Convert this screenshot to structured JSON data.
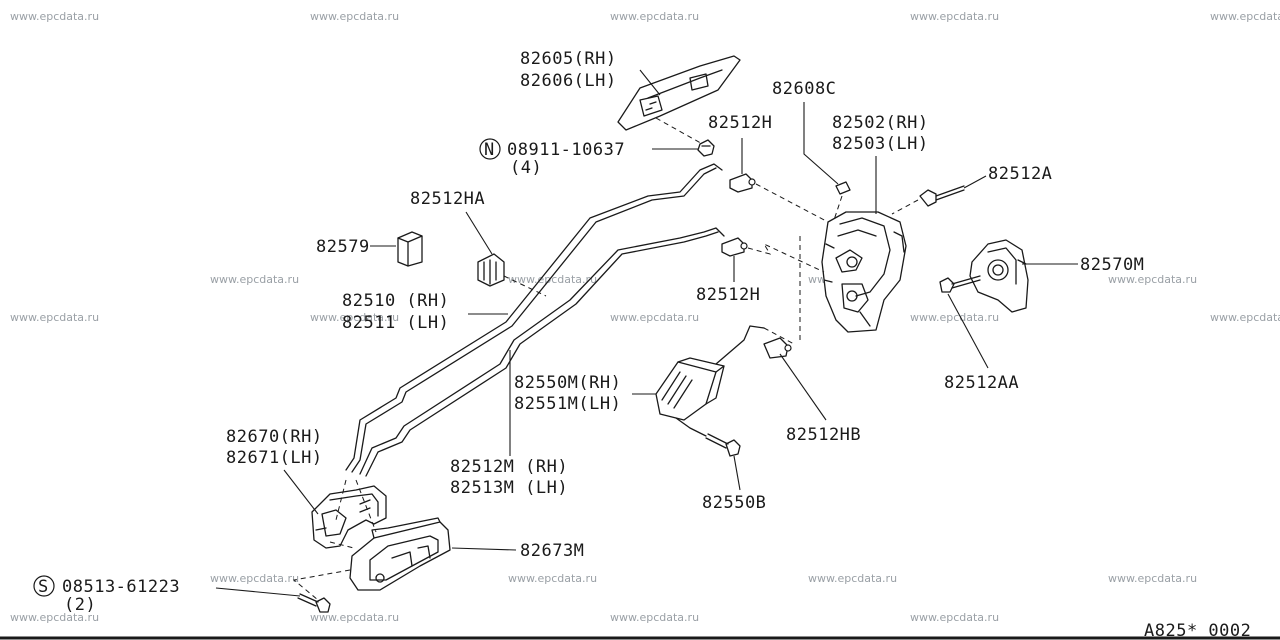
{
  "watermarks": {
    "text": "www.epcdata.ru"
  },
  "labels": {
    "outside_handle_rh": "82605(RH)",
    "outside_handle_lh": "82606(LH)",
    "nut_marker": "N",
    "nut_number": "08911-10637",
    "nut_qty": "(4)",
    "clip_82608c": "82608C",
    "clip_82512h_top": "82512H",
    "lock_rh": "82502(RH)",
    "lock_lh": "82503(LH)",
    "bolt_82512a": "82512A",
    "clip_82512ha": "82512HA",
    "part_82579": "82579",
    "rod_rh": "82510 (RH)",
    "rod_lh": "82511 (LH)",
    "clip_82512h_mid": "82512H",
    "striker_82570m": "82570M",
    "bolt_82512aa": "82512AA",
    "actuator_rh": "82550M(RH)",
    "actuator_lh": "82551M(LH)",
    "clip_82512hb": "82512HB",
    "inner_handle_rh": "82670(RH)",
    "inner_handle_lh": "82671(LH)",
    "rod2_rh": "82512M (RH)",
    "rod2_lh": "82513M (LH)",
    "bolt_82550b": "82550B",
    "escutcheon": "82673M",
    "screw_marker": "S",
    "screw_number": "08513-61223",
    "screw_qty": "(2)",
    "diagram_code": "A825* 0002"
  }
}
